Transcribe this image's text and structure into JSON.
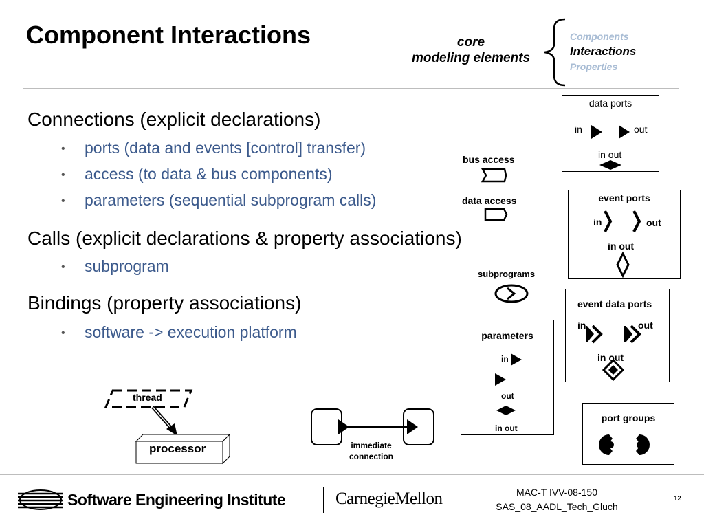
{
  "title": "Component Interactions",
  "core_label": [
    "core",
    "modeling elements"
  ],
  "nav": {
    "components": "Components",
    "interactions": "Interactions",
    "properties": "Properties"
  },
  "bullets": {
    "connections": "Connections (explicit declarations)",
    "ports": "ports (data and events [control] transfer)",
    "access": "access (to data & bus components)",
    "parameters": "parameters (sequential subprogram calls)",
    "calls": "Calls (explicit declarations & property associations)",
    "subprogram": "subprogram",
    "bindings": "Bindings (property associations)",
    "software": "software -> execution platform"
  },
  "diagram": {
    "data_ports": {
      "title": "data ports",
      "in": "in",
      "out": "out",
      "inout": "in out"
    },
    "bus_access": "bus access",
    "data_access": "data access",
    "event_ports": {
      "title": "event ports",
      "in": "in",
      "out": "out",
      "inout": "in out"
    },
    "subprograms": "subprograms",
    "event_data_ports": {
      "title": "event data ports",
      "in": "in",
      "out": "out",
      "inout": "in out"
    },
    "parameters": {
      "title": "parameters",
      "in": "in",
      "out": "out",
      "inout": "in out"
    },
    "port_groups": "port groups",
    "thread": "thread",
    "processor": "processor",
    "immediate": [
      "immediate",
      "connection"
    ]
  },
  "footer": {
    "sei": "Software Engineering Institute",
    "cmu": "CarnegieMellon",
    "ref1": "MAC-T IVV-08-150",
    "ref2": "SAS_08_AADL_Tech_Gluch",
    "page": "12"
  },
  "colors": {
    "bullet_text": "#3c5a8c",
    "nav_dim": "#a8bcd4"
  }
}
